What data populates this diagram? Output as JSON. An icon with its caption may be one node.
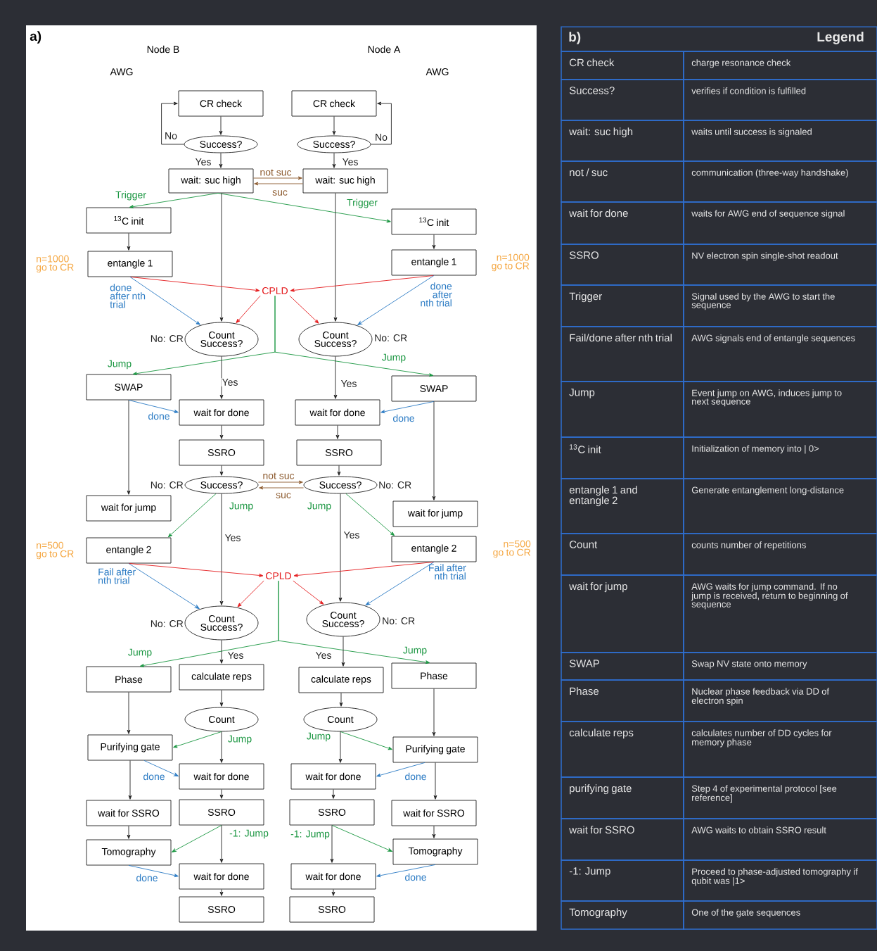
{
  "diagram": {
    "nodes": [
      {
        "text": [
          "CR check"
        ]
      },
      {
        "text": [
          "CR check"
        ]
      },
      {
        "text": [
          "Success?"
        ]
      },
      {
        "text": [
          "Success?"
        ]
      },
      {
        "text": [
          "wait: suc high"
        ]
      },
      {
        "text": [
          "wait: suc high"
        ]
      },
      {
        "text": [
          "$^{13}$C init"
        ]
      },
      {
        "text": [
          "$^{13}$C init"
        ]
      },
      {
        "text": [
          "entangle 1"
        ],
        "beside": [
          "n=1000 go to CR"
        ]
      },
      {
        "text": [
          "entangle 1"
        ],
        "beside": [
          "n=1000 go to CR"
        ]
      },
      {
        "text": [
          "CPLD"
        ]
      },
      {
        "text": [
          "Count Success?"
        ],
        "beside": [
          "No: CR"
        ]
      },
      {
        "text": [
          "Count Success?"
        ],
        "beside": [
          "No: CR"
        ]
      },
      {
        "text": [
          "SWAP"
        ]
      },
      {
        "text": [
          "SWAP"
        ]
      },
      {
        "text": [
          "wait for done"
        ]
      },
      {
        "text": [
          "wait for done"
        ]
      },
      {
        "text": [
          "SSRO"
        ]
      },
      {
        "text": [
          "SSRO"
        ]
      },
      {
        "text": [
          "Success?"
        ],
        "beside": [
          "No: CR"
        ]
      },
      {
        "text": [
          "Success?"
        ],
        "beside": [
          "No: CR"
        ]
      },
      {
        "text": [
          "wait for jump"
        ]
      },
      {
        "text": [
          "wait for jump"
        ]
      },
      {
        "text": [
          "entangle 2"
        ],
        "beside": [
          "n=500 go to CR"
        ]
      },
      {
        "text": [
          "entangle 2"
        ],
        "beside": [
          "n=500 go to CR"
        ]
      },
      {
        "text": [
          "CPLD"
        ]
      },
      {
        "text": [
          "Count Success?"
        ],
        "beside": [
          "No: CR"
        ]
      },
      {
        "text": [
          "Count Success?"
        ],
        "beside": [
          "No: CR"
        ]
      },
      {
        "text": [
          "Phase"
        ]
      },
      {
        "text": [
          "calculate reps"
        ]
      },
      {
        "text": [
          "calculate reps"
        ]
      },
      {
        "text": [
          "Phase"
        ]
      },
      {
        "text": [
          "Count"
        ]
      },
      {
        "text": [
          "Count"
        ]
      },
      {
        "text": [
          "Purifying gate"
        ]
      },
      {
        "text": [
          "Purifying gate"
        ]
      },
      {
        "text": [
          "wait for done"
        ]
      },
      {
        "text": [
          "wait for done"
        ]
      },
      {
        "text": [
          "wait for SSRO"
        ]
      },
      {
        "text": [
          "SSRO"
        ]
      },
      {
        "text": [
          "SSRO"
        ]
      },
      {
        "text": [
          "wait for SSRO"
        ]
      },
      {
        "text": [
          "Tomography"
        ]
      },
      {
        "text": [
          "Tomography"
        ]
      },
      {
        "text": [
          "wait for done"
        ]
      },
      {
        "text": [
          "wait for done"
        ]
      },
      {
        "text": [
          "SSRO"
        ]
      },
      {
        "text": [
          "SSRO"
        ]
      }
    ],
    "edges": [
      {
        "from": 0,
        "to": 2,
        "arrow": "to"
      },
      {
        "from": 2,
        "to": 0,
        "arrow": "to",
        "label": "No"
      },
      {
        "from": 1,
        "to": 3,
        "arrow": "to"
      },
      {
        "from": 3,
        "to": 1,
        "arrow": "to",
        "label": "No"
      },
      {
        "from": 2,
        "to": 4,
        "arrow": "to",
        "label": "Yes"
      },
      {
        "from": 3,
        "to": 5,
        "arrow": "to",
        "label": "Yes"
      },
      {
        "from": 4,
        "to": 5,
        "arrow": "to",
        "label": "not suc",
        "color": "#8c5a2e"
      },
      {
        "from": 5,
        "to": 4,
        "arrow": "to",
        "label": "suc",
        "color": "#8c5a2e"
      },
      {
        "from": 4,
        "to": 6,
        "arrow": "to",
        "label": "Trigger",
        "color": "#1a9641"
      },
      {
        "from": 4,
        "to": 7,
        "arrow": "to",
        "label": "Trigger",
        "color": "#1a9641"
      },
      {
        "from": 6,
        "to": 8,
        "arrow": "to"
      },
      {
        "from": 7,
        "to": 9,
        "arrow": "to"
      },
      {
        "from": 4,
        "to": 11,
        "arrow": "to"
      },
      {
        "from": 5,
        "to": 12,
        "arrow": "to"
      },
      {
        "from": 8,
        "to": 10,
        "arrow": "to",
        "color": "#e41a1c"
      },
      {
        "from": 9,
        "to": 10,
        "arrow": "to",
        "color": "#e41a1c"
      },
      {
        "from": 10,
        "to": 11,
        "arrow": "to",
        "color": "#e41a1c"
      },
      {
        "from": 10,
        "to": 12,
        "arrow": "to",
        "color": "#e41a1c"
      },
      {
        "from": 8,
        "to": 11,
        "arrow": "to",
        "label": "done after nth trial",
        "color": "#2b7bc4"
      },
      {
        "from": 9,
        "to": 12,
        "arrow": "to",
        "label": "done after nth trial",
        "color": "#2b7bc4"
      },
      {
        "from": 10,
        "to": 13,
        "arrow": "to",
        "label": "Jump",
        "color": "#1a9641"
      },
      {
        "from": 10,
        "to": 14,
        "arrow": "to",
        "label": "Jump",
        "color": "#1a9641"
      },
      {
        "from": 11,
        "to": 15,
        "arrow": "to",
        "label": "Yes"
      },
      {
        "from": 12,
        "to": 16,
        "arrow": "to",
        "label": "Yes"
      },
      {
        "from": 13,
        "to": 15,
        "arrow": "to",
        "label": "done",
        "color": "#2b7bc4"
      },
      {
        "from": 14,
        "to": 16,
        "arrow": "to",
        "label": "done",
        "color": "#2b7bc4"
      },
      {
        "from": 15,
        "to": 17,
        "arrow": "to"
      },
      {
        "from": 16,
        "to": 18,
        "arrow": "to"
      },
      {
        "from": 17,
        "to": 19,
        "arrow": "to"
      },
      {
        "from": 18,
        "to": 20,
        "arrow": "to"
      },
      {
        "from": 13,
        "to": 21,
        "arrow": "to"
      },
      {
        "from": 14,
        "to": 22,
        "arrow": "to"
      },
      {
        "from": 19,
        "to": 20,
        "arrow": "to",
        "label": "not suc",
        "color": "#8c5a2e"
      },
      {
        "from": 20,
        "to": 19,
        "arrow": "to",
        "label": "suc",
        "color": "#8c5a2e"
      },
      {
        "from": 19,
        "to": 23,
        "arrow": "to",
        "label": "Jump",
        "color": "#1a9641"
      },
      {
        "from": 20,
        "to": 24,
        "arrow": "to",
        "label": "Jump",
        "color": "#1a9641"
      },
      {
        "from": 19,
        "to": 26,
        "arrow": "to",
        "label": "Yes"
      },
      {
        "from": 20,
        "to": 27,
        "arrow": "to",
        "label": "Yes"
      },
      {
        "from": 23,
        "to": 25,
        "arrow": "to",
        "color": "#e41a1c"
      },
      {
        "from": 24,
        "to": 25,
        "arrow": "to",
        "color": "#e41a1c"
      },
      {
        "from": 25,
        "to": 26,
        "arrow": "to",
        "color": "#e41a1c"
      },
      {
        "from": 25,
        "to": 27,
        "arrow": "to",
        "color": "#e41a1c"
      },
      {
        "from": 23,
        "to": 26,
        "arrow": "to",
        "label": "Fail after nth trial",
        "color": "#2b7bc4"
      },
      {
        "from": 24,
        "to": 27,
        "arrow": "to",
        "label": "Fail after nth trial",
        "color": "#2b7bc4"
      },
      {
        "from": 25,
        "to": 28,
        "arrow": "to",
        "label": "Jump",
        "color": "#1a9641"
      },
      {
        "from": 25,
        "to": 31,
        "arrow": "to",
        "label": "Jump",
        "color": "#1a9641"
      },
      {
        "from": 26,
        "to": 29,
        "arrow": "to",
        "label": "Yes"
      },
      {
        "from": 27,
        "to": 30,
        "arrow": "to",
        "label": "Yes"
      },
      {
        "from": 28,
        "to": 34,
        "arrow": "to"
      },
      {
        "from": 31,
        "to": 35,
        "arrow": "to"
      },
      {
        "from": 29,
        "to": 32,
        "arrow": "to"
      },
      {
        "from": 30,
        "to": 33,
        "arrow": "to"
      },
      {
        "from": 32,
        "to": 34,
        "arrow": "to",
        "label": "Jump",
        "color": "#1a9641"
      },
      {
        "from": 33,
        "to": 35,
        "arrow": "to",
        "label": "Jump",
        "color": "#1a9641"
      },
      {
        "from": 32,
        "to": 36,
        "arrow": "to"
      },
      {
        "from": 33,
        "to": 37,
        "arrow": "to"
      },
      {
        "from": 34,
        "to": 36,
        "arrow": "to",
        "label": "done",
        "color": "#2b7bc4"
      },
      {
        "from": 35,
        "to": 37,
        "arrow": "to",
        "label": "done",
        "color": "#2b7bc4"
      },
      {
        "from": 34,
        "to": 38,
        "arrow": "to"
      },
      {
        "from": 35,
        "to": 41,
        "arrow": "to"
      },
      {
        "from": 36,
        "to": 39,
        "arrow": "to"
      },
      {
        "from": 37,
        "to": 40,
        "arrow": "to"
      },
      {
        "from": 38,
        "to": 42,
        "arrow": "to"
      },
      {
        "from": 41,
        "to": 43,
        "arrow": "to"
      },
      {
        "from": 39,
        "to": 42,
        "arrow": "to",
        "label": "-1: Jump",
        "color": "#1a9641"
      },
      {
        "from": 40,
        "to": 43,
        "arrow": "to",
        "label": "-1: Jump",
        "color": "#1a9641"
      },
      {
        "from": 39,
        "to": 44,
        "arrow": "to"
      },
      {
        "from": 40,
        "to": 45,
        "arrow": "to"
      },
      {
        "from": 42,
        "to": 44,
        "arrow": "to",
        "label": "done",
        "color": "#2b7bc4"
      },
      {
        "from": 43,
        "to": 45,
        "arrow": "to",
        "label": "done",
        "color": "#2b7bc4"
      },
      {
        "from": 44,
        "to": 46,
        "arrow": "to"
      },
      {
        "from": 45,
        "to": 47,
        "arrow": "to"
      }
    ],
    "labels": [
      "a)",
      "Node B",
      "Node A",
      "AWG",
      "AWG",
      "b)",
      "Legend",
      "CR check",
      "charge resonance check",
      "Success?",
      "verifies if condition is fulfilled",
      "wait: suc high",
      "waits until success is signaled",
      "not / suc",
      "communication (three-way handshake)",
      "wait for done",
      "waits for AWG end of sequence signal",
      "SSRO",
      "NV electron spin single-shot readout",
      "Trigger",
      "Signal used by the AWG to start the sequence",
      "Fail/done after nth trial",
      "AWG signals end of entangle sequences",
      "Jump",
      "Event jump on AWG, induces jump to next sequence",
      "$^{13}$C init",
      "Initialization of memory into | 0>",
      "entangle 1 and entangle 2",
      "Generate entanglement long-distance",
      "Count",
      "counts number of repetitions",
      "wait for jump",
      "AWG waits for jump command. If no jump is received, return to beginning of sequence",
      "SWAP",
      "Swap NV state onto memory",
      "Phase",
      "Nuclear phase feedback via DD of electron spin",
      "calculate reps",
      "calculates number of DD cycles for memory phase",
      "purifying gate",
      "Step 4 of experimental protocol [see reference]",
      "wait for SSRO",
      "AWG waits to obtain SSRO result",
      "-1: Jump",
      "Proceed to phase-adjusted tomography if qubit was |1>",
      "Tomography",
      "One of the gate sequences"
    ]
  }
}
